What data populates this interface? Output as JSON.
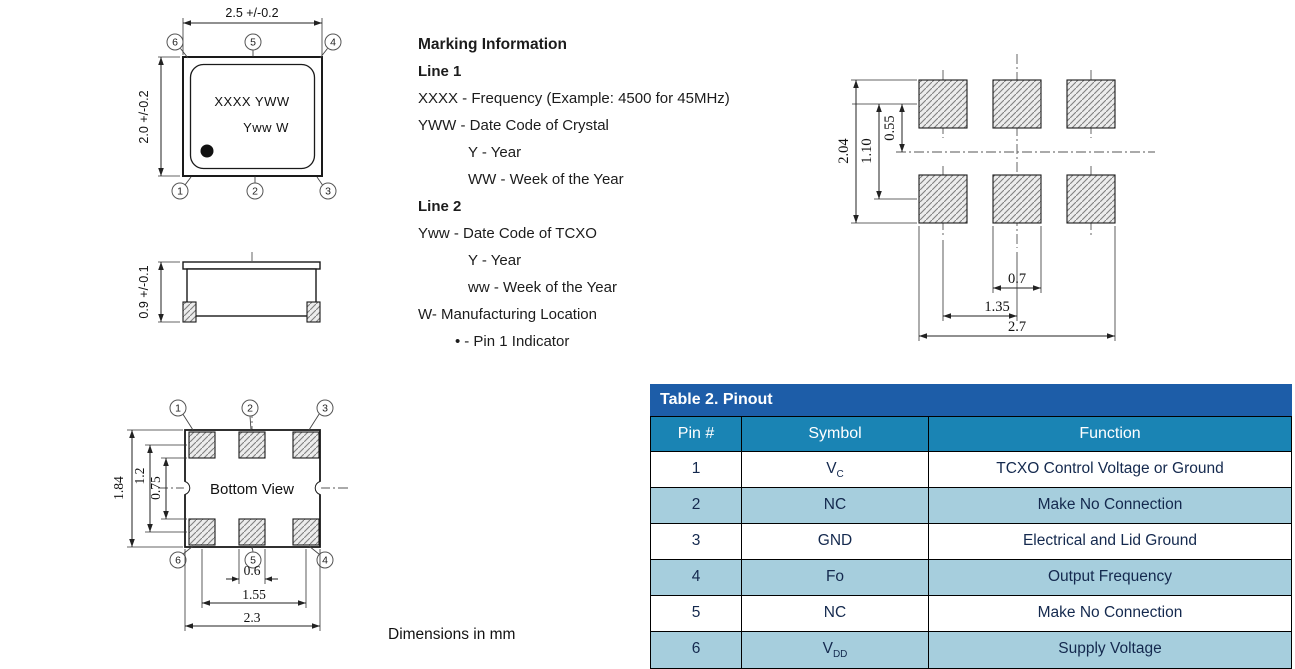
{
  "top_view": {
    "dim_width": "2.5 +/-0.2",
    "dim_height": "2.0 +/-0.2",
    "marking_row1": "XXXX YWW",
    "marking_row2": "Yww W",
    "pins_top": [
      "6",
      "5",
      "4"
    ],
    "pins_bottom": [
      "1",
      "2",
      "3"
    ]
  },
  "side_view": {
    "dim_height": "0.9 +/-0.1"
  },
  "bottom_view": {
    "label": "Bottom View",
    "pins_top": [
      "1",
      "2",
      "3"
    ],
    "pins_bottom": [
      "6",
      "5",
      "4"
    ],
    "dim_height_outer": "1.84",
    "dim_height_mid": "1.2",
    "dim_height_inner": "0.75",
    "dim_pad_width": "0.6",
    "dim_pad_span": "1.55",
    "dim_width_outer": "2.3"
  },
  "land_pattern": {
    "dim_height_outer": "2.04",
    "dim_row_pitch": "1.10",
    "dim_half_pitch": "0.55",
    "dim_pad_width": "0.7",
    "dim_col_pitch": "1.35",
    "dim_width_outer": "2.7"
  },
  "marking": {
    "title": "Marking Information",
    "line1_label": "Line 1",
    "line1_frequency": "XXXX - Frequency (Example: 4500 for 45MHz)",
    "line1_datecode": "YWW - Date Code of Crystal",
    "line1_year": "Y - Year",
    "line1_week": "WW - Week of the Year",
    "line2_label": "Line 2",
    "line2_datecode": "Yww - Date Code of TCXO",
    "line2_year": "Y - Year",
    "line2_week": "ww - Week of the Year",
    "mfg_location": "W- Manufacturing Location",
    "pin1_bullet": "•",
    "pin1_text": "- Pin 1 Indicator"
  },
  "pinout": {
    "title": "Table 2. Pinout",
    "headers": [
      "Pin #",
      "Symbol",
      "Function"
    ],
    "rows": [
      {
        "pin": "1",
        "symbol": "V",
        "symbol_sub": "C",
        "function": "TCXO Control Voltage or Ground"
      },
      {
        "pin": "2",
        "symbol": "NC",
        "symbol_sub": "",
        "function": "Make No Connection"
      },
      {
        "pin": "3",
        "symbol": "GND",
        "symbol_sub": "",
        "function": "Electrical and Lid Ground"
      },
      {
        "pin": "4",
        "symbol": "Fo",
        "symbol_sub": "",
        "function": "Output Frequency"
      },
      {
        "pin": "5",
        "symbol": "NC",
        "symbol_sub": "",
        "function": "Make No Connection"
      },
      {
        "pin": "6",
        "symbol": "V",
        "symbol_sub": "DD",
        "function": "Supply Voltage"
      }
    ]
  },
  "footer": {
    "dimensions_note": "Dimensions in mm"
  },
  "colors": {
    "table_title_bg": "#1d5da8",
    "table_header_bg": "#1a84b4",
    "table_alt_row_bg": "#a6cedd",
    "table_text": "#14294e"
  }
}
